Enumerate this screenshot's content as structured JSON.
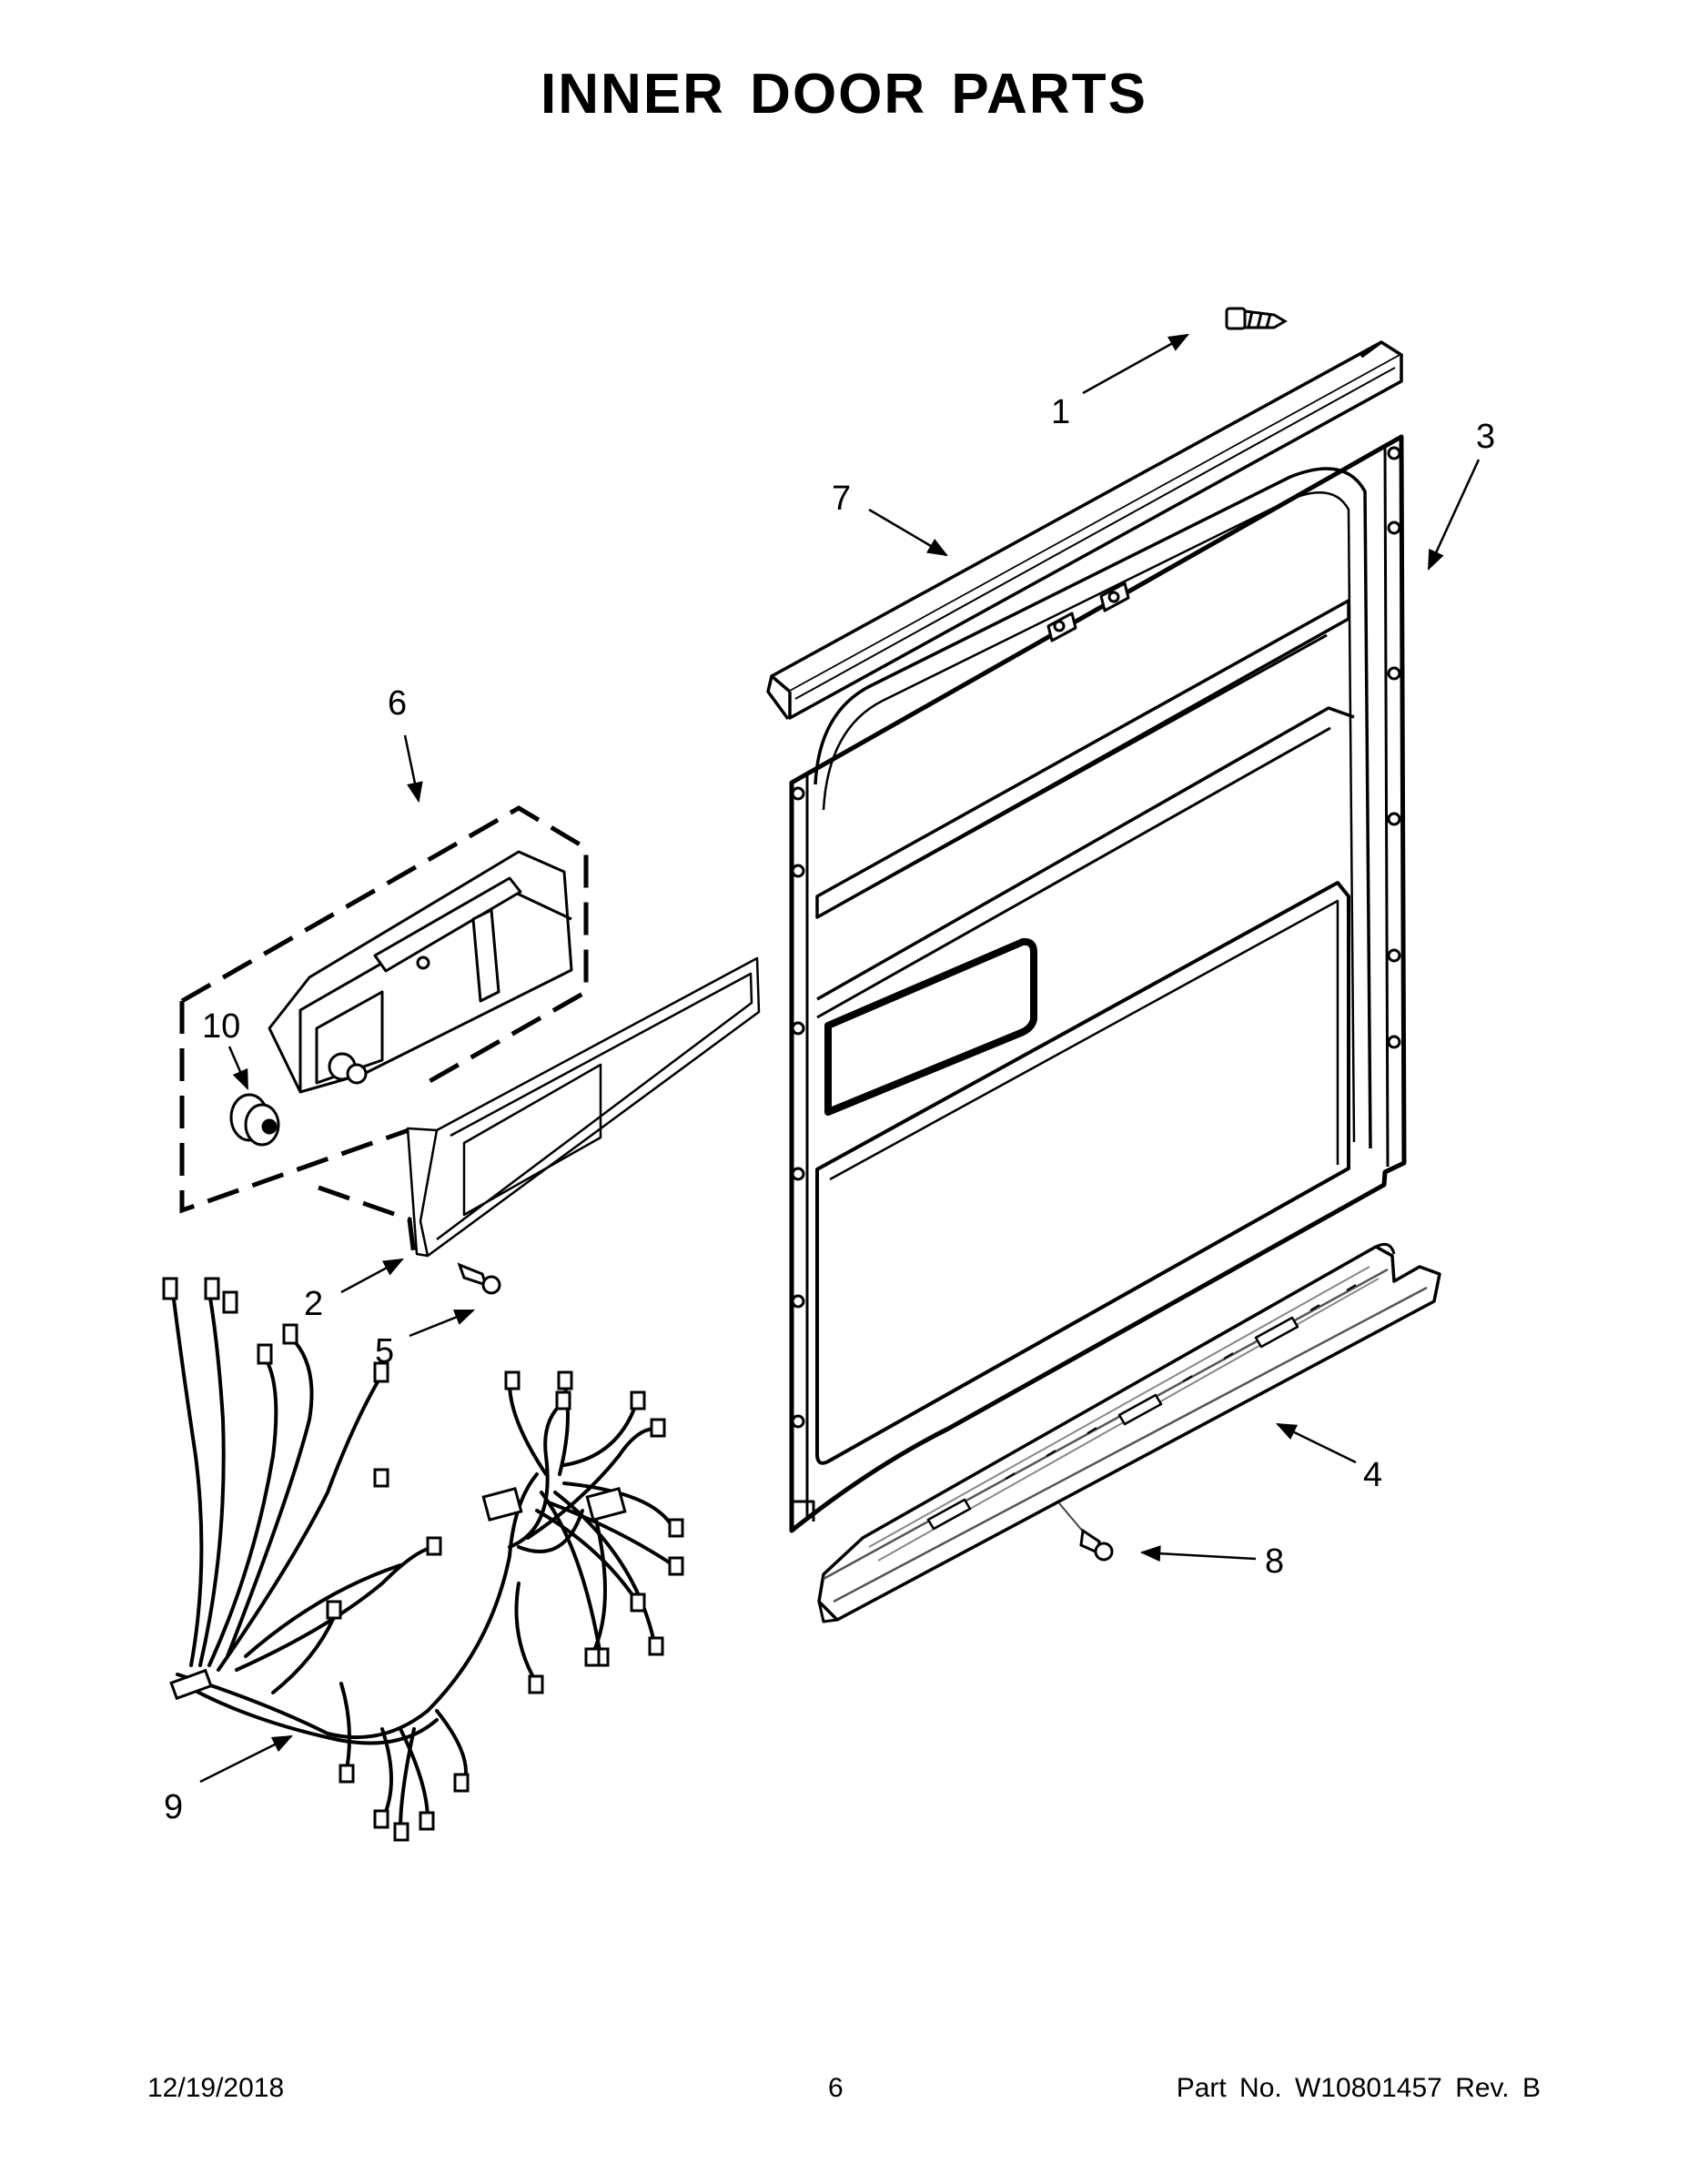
{
  "title": "INNER DOOR PARTS",
  "callouts": [
    "1",
    "2",
    "3",
    "4",
    "5",
    "6",
    "7",
    "8",
    "9",
    "10"
  ],
  "footer": {
    "date": "12/19/2018",
    "page": "6",
    "part_number": "Part No.  W10801457  Rev.  B"
  }
}
